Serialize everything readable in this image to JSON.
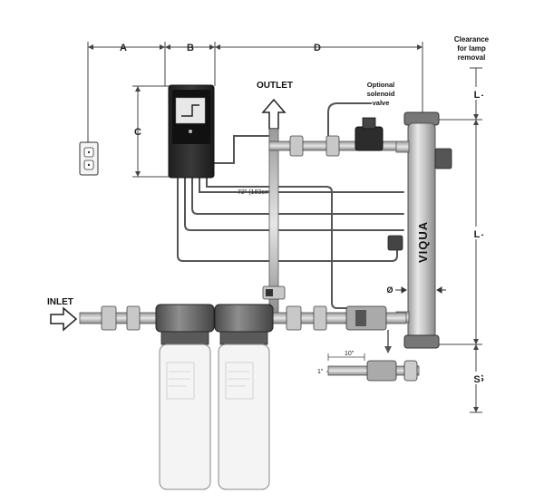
{
  "dimensions": {
    "a": "A",
    "b": "B",
    "c": "C",
    "d": "D",
    "l_top": "L",
    "l_main": "L",
    "s": "S",
    "diameter": "Ø"
  },
  "clearance_note": [
    "Clearance",
    "for lamp",
    "removal"
  ],
  "labels": {
    "outlet": "OUTLET",
    "inlet": "INLET",
    "solenoid": [
      "Optional",
      "solenoid",
      "valve"
    ],
    "cable_length": "72\" (183cm)",
    "sensor_spacing": "10\"",
    "sensor_pipe": "1\""
  },
  "brand": "VIQUA",
  "colors": {
    "line": "#333333",
    "dim_line": "#444444",
    "controller": "#2b2b2b",
    "filter_head": "#6a6a6a",
    "filter_body": "#f2f2f2",
    "uv_chamber": "#cfcfcf"
  }
}
